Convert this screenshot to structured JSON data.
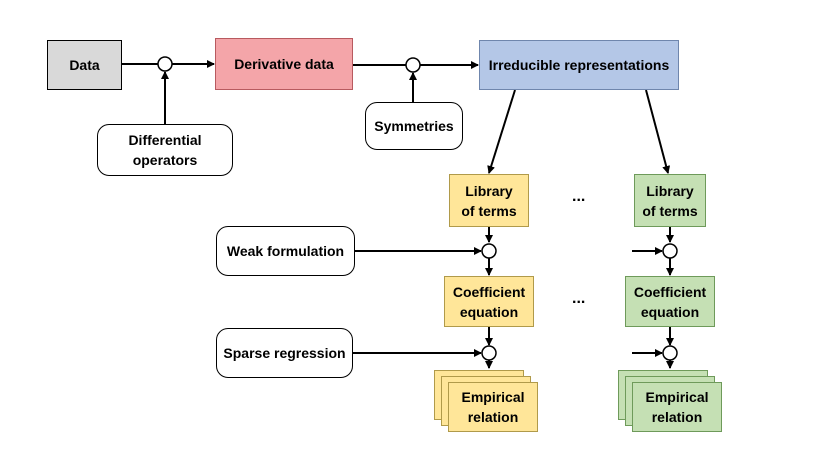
{
  "nodes": {
    "data": "Data",
    "derivative_data": "Derivative data",
    "irreducible_representations": "Irreducible representations",
    "differential_operators": "Differential\noperators",
    "symmetries": "Symmetries",
    "library_left": "Library\nof terms",
    "library_right": "Library\nof terms",
    "weak_formulation": "Weak formulation",
    "coefficient_left": "Coefficient\nequation",
    "coefficient_right": "Coefficient\nequation",
    "sparse_regression": "Sparse regression",
    "empirical_left": "Empirical\nrelation",
    "empirical_right": "Empirical\nrelation",
    "ellipsis_1": "...",
    "ellipsis_2": "..."
  },
  "colors": {
    "data": "#d9d9d9",
    "derivative": "#f4a5a9",
    "irreducible": "#b4c7e7",
    "yellow_branch": "#ffe699",
    "green_branch": "#c5e0b4"
  }
}
